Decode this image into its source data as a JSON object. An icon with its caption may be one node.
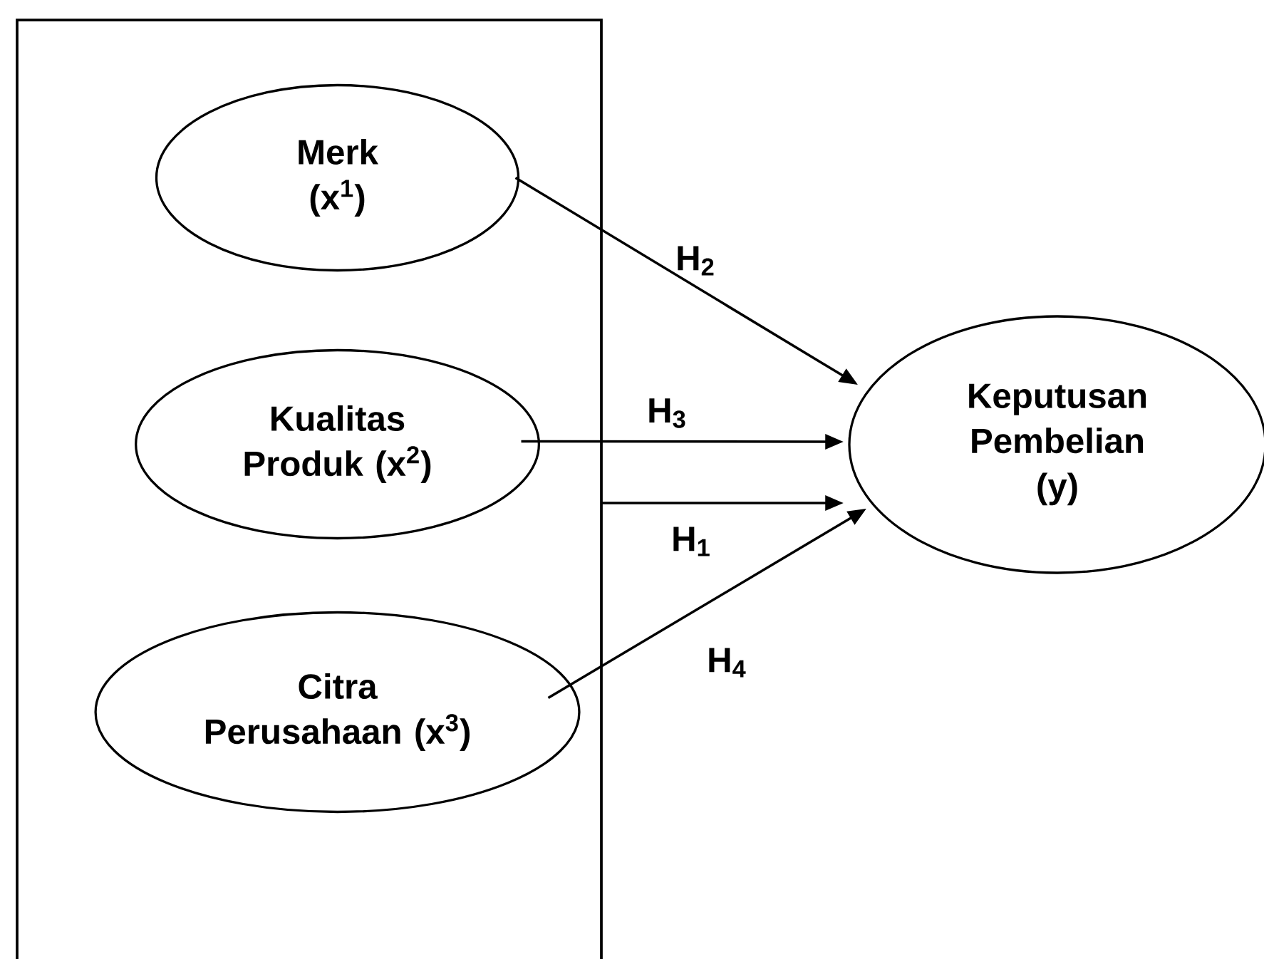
{
  "diagram": {
    "nodes": [
      {
        "text": [],
        "shape": "box"
      },
      {
        "text": [
          "Merk (x$^{1}$)"
        ],
        "in": 0
      },
      {
        "text": [
          "Kualitas Produk (x$^{2}$)"
        ],
        "in": 0
      },
      {
        "text": [
          "Citra Perusahaan (x$^{3}$)"
        ],
        "in": 0
      },
      {
        "text": [
          "Keputusan Pembelian (y)"
        ]
      }
    ],
    "edges": [
      {
        "from": 1,
        "to": 4,
        "arrow": "to",
        "label": "H$_{2}$"
      },
      {
        "from": 2,
        "to": 4,
        "arrow": "to",
        "label": "H$_{3}$"
      },
      {
        "from": 0,
        "to": 4,
        "arrow": "to",
        "label": "H$_{1}$"
      },
      {
        "from": 3,
        "to": 4,
        "arrow": "to",
        "label": "H$_{4}$"
      }
    ]
  }
}
